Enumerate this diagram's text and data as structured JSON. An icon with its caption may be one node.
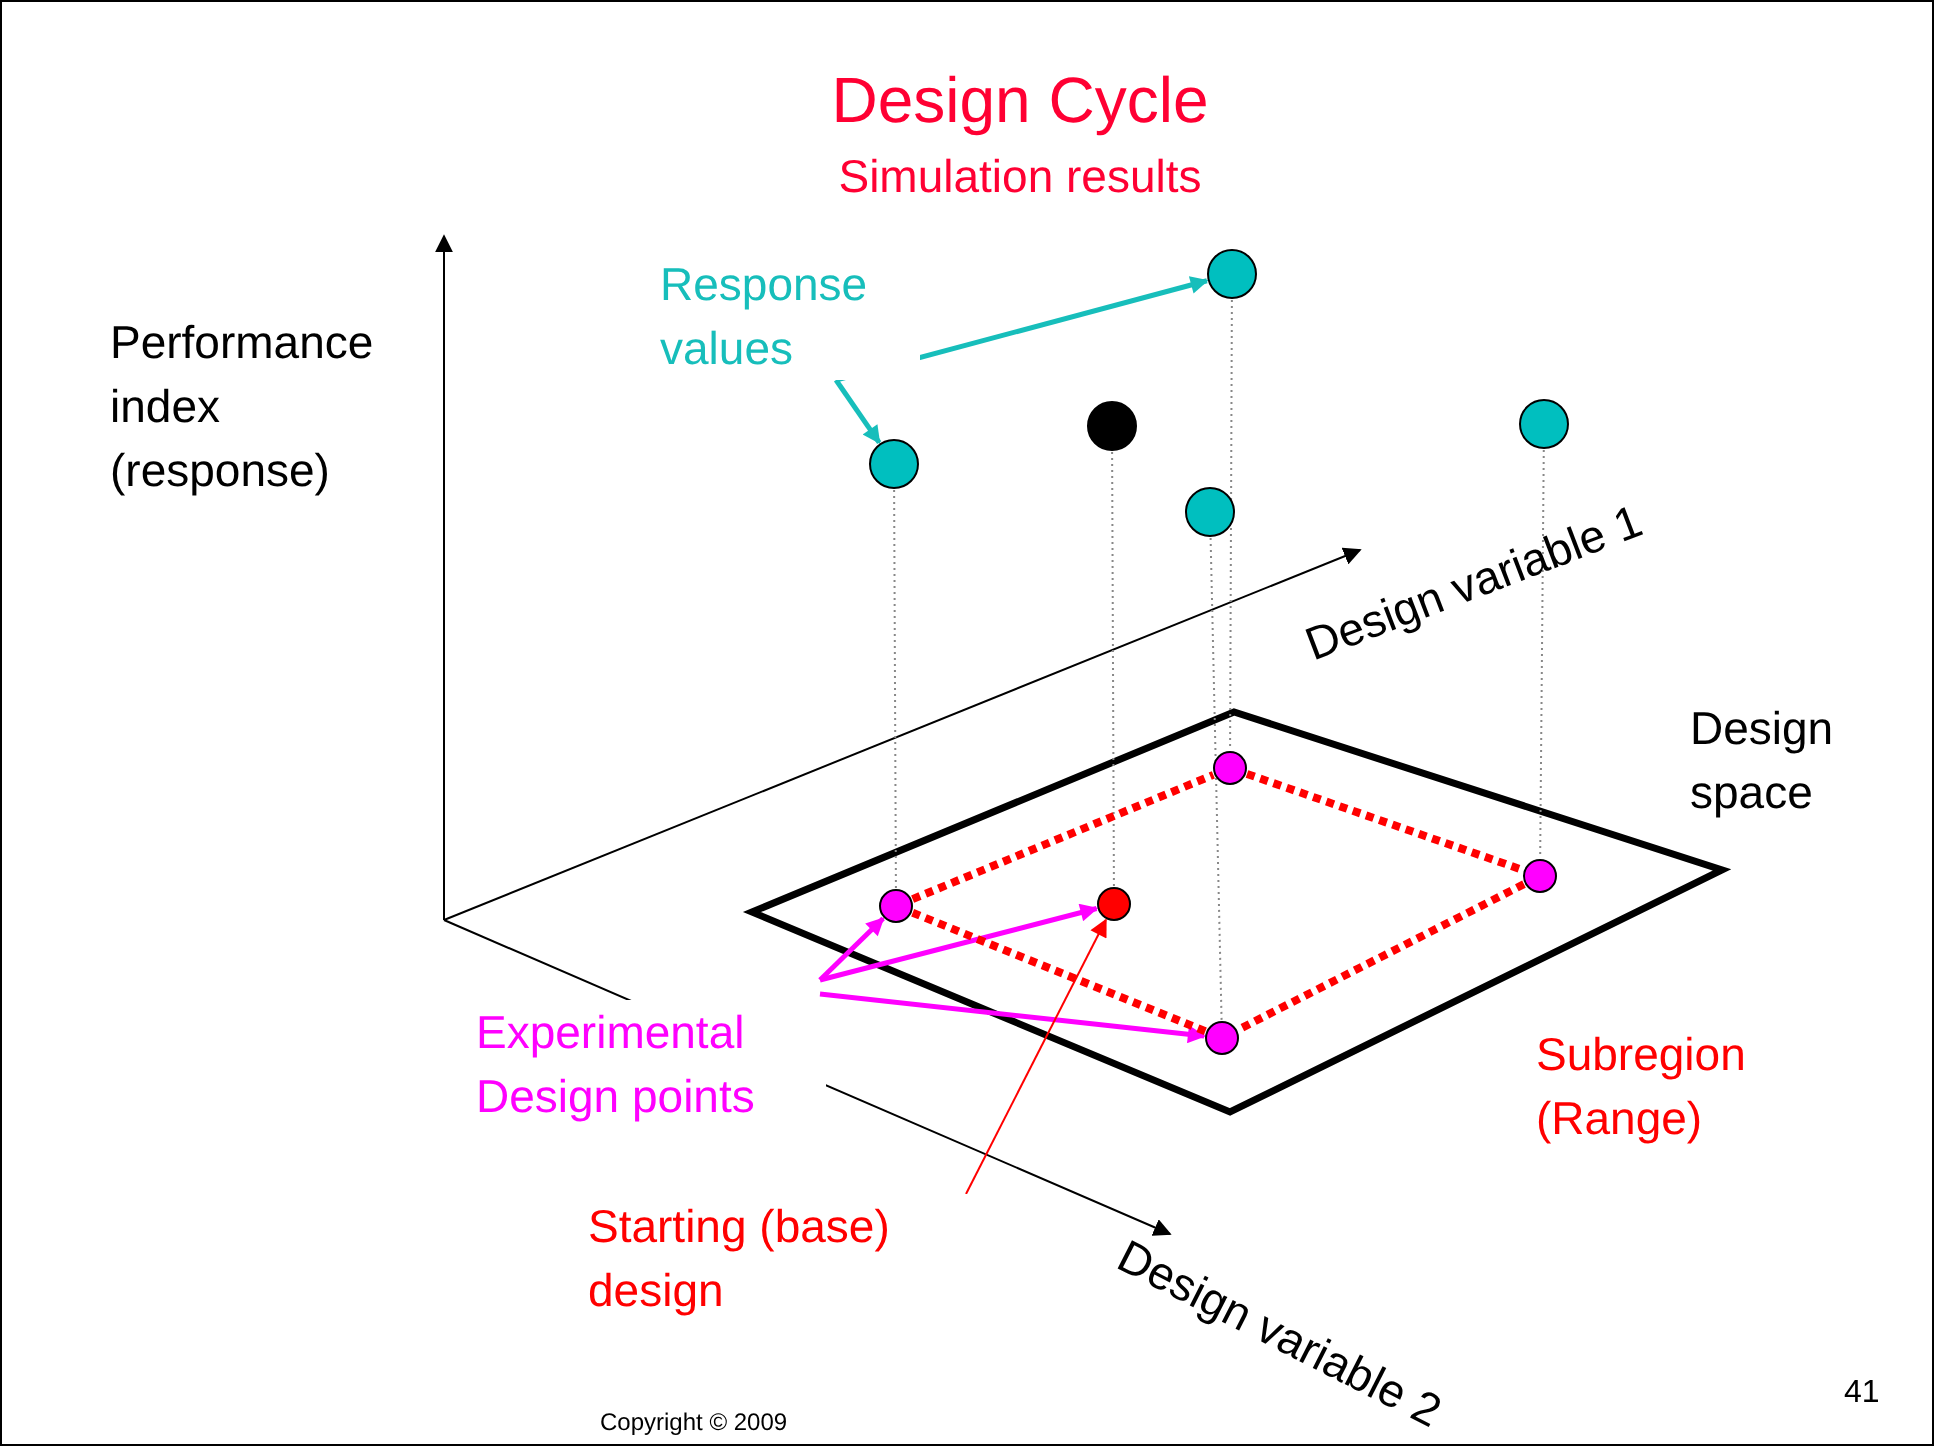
{
  "diagram": {
    "title": "Design Cycle",
    "nodes": [
      {
        "text": [
          "Response values"
        ]
      },
      {
        "text": [],
        "shape": "circle"
      },
      {
        "text": [],
        "shape": "circle"
      },
      {
        "text": [],
        "shape": "circle"
      },
      {
        "text": [],
        "shape": "circle"
      },
      {
        "text": [],
        "shape": "circle"
      },
      {
        "text": [
          "Experimental Design points"
        ]
      },
      {
        "text": [],
        "shape": "circle"
      },
      {
        "text": [],
        "shape": "circle"
      },
      {
        "text": [],
        "shape": "circle"
      },
      {
        "text": [],
        "shape": "circle"
      },
      {
        "text": [],
        "shape": "circle"
      },
      {
        "text": [
          "Starting (base) design"
        ]
      }
    ],
    "edges": [
      {
        "from": 0,
        "to": 2,
        "arrow": "to",
        "color": "#17bebb"
      },
      {
        "from": 0,
        "to": 1,
        "arrow": "to",
        "color": "#17bebb"
      },
      {
        "from": 6,
        "to": 7,
        "arrow": "to",
        "color": "#ff00ff"
      },
      {
        "from": 6,
        "to": 11,
        "arrow": "to",
        "color": "#ff00ff"
      },
      {
        "from": 6,
        "to": 9,
        "arrow": "to",
        "color": "#ff00ff"
      },
      {
        "from": 12,
        "to": 11,
        "arrow": "to",
        "color": "#ff0000"
      },
      {
        "from": 1,
        "to": 7,
        "arrow": "none",
        "style": "dashed",
        "color": "#888888"
      },
      {
        "from": 3,
        "to": 11,
        "arrow": "none",
        "style": "dashed",
        "color": "#888888"
      },
      {
        "from": 2,
        "to": 8,
        "arrow": "none",
        "style": "dashed",
        "color": "#888888"
      },
      {
        "from": 4,
        "to": 9,
        "arrow": "none",
        "style": "dashed",
        "color": "#888888"
      },
      {
        "from": 5,
        "to": 10,
        "arrow": "none",
        "style": "dashed",
        "color": "#888888"
      },
      {
        "from": 7,
        "to": 8,
        "arrow": "none",
        "style": "dashed",
        "color": "#ff0000"
      },
      {
        "from": 8,
        "to": 10,
        "arrow": "none",
        "style": "dashed",
        "color": "#ff0000"
      },
      {
        "from": 10,
        "to": 9,
        "arrow": "none",
        "style": "dashed",
        "color": "#ff0000"
      },
      {
        "from": 9,
        "to": 7,
        "arrow": "none",
        "style": "dashed",
        "color": "#ff0000"
      }
    ],
    "labels": [
      "Simulation results",
      "Performance index (response)",
      "Design variable 1",
      "Design space",
      "Subregion (Range)",
      "Design variable 2",
      "Copyright © 2009",
      "41"
    ]
  }
}
